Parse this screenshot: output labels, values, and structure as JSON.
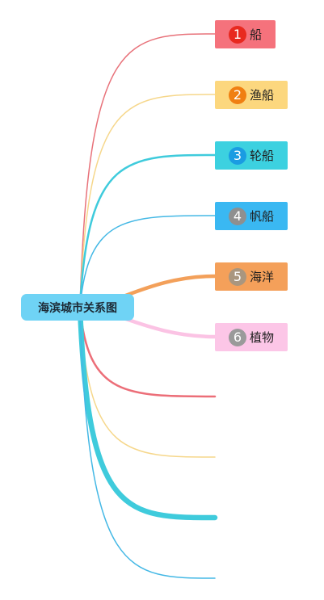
{
  "root": {
    "label": "海滨城市关系图",
    "color": "#6fd3f5"
  },
  "children": [
    {
      "rank": "1",
      "label": "船",
      "box_color": "#f5727c",
      "badge_color": "#e8291f",
      "line_color": "#e8727a",
      "line_weight": "thin"
    },
    {
      "rank": "2",
      "label": "渔船",
      "box_color": "#fcd77e",
      "badge_color": "#f07f12",
      "line_color": "#f6d78b",
      "line_weight": "thin"
    },
    {
      "rank": "3",
      "label": "轮船",
      "box_color": "#3cd1e0",
      "badge_color": "#1a9ce2",
      "line_color": "#3fcbdc",
      "line_weight": "medium"
    },
    {
      "rank": "4",
      "label": "帆船",
      "box_color": "#3ab8f2",
      "badge_color": "#8f8f8f",
      "line_color": "#44b8e5",
      "line_weight": "thin"
    },
    {
      "rank": "5",
      "label": "海洋",
      "box_color": "#f4a05a",
      "badge_color": "#a9967f",
      "line_color": "#f3a05a",
      "line_weight": "thick"
    },
    {
      "rank": "6",
      "label": "植物",
      "box_color": "#fcc6e7",
      "badge_color": "#9a9a9a",
      "line_color": "#fbc3e4",
      "line_weight": "thick"
    }
  ],
  "extra_branches": [
    {
      "line_color": "#ec6e78",
      "line_weight": "medium"
    },
    {
      "line_color": "#f6d78b",
      "line_weight": "thin"
    },
    {
      "line_color": "#3fcbdc",
      "line_weight": "extra-thick"
    },
    {
      "line_color": "#44b8e5",
      "line_weight": "thin"
    }
  ]
}
